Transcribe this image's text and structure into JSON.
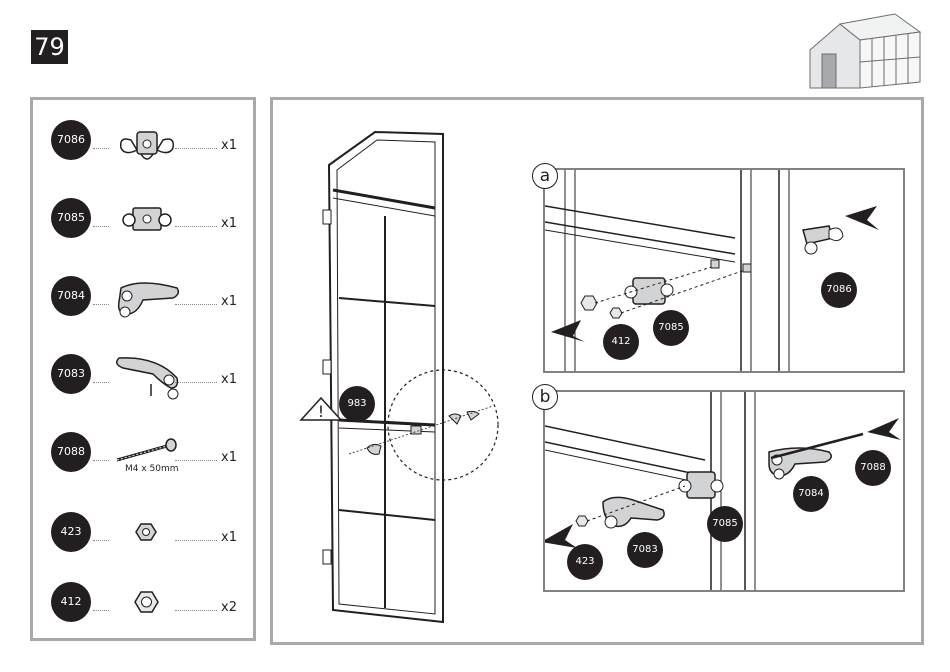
{
  "step": {
    "number": "79"
  },
  "parts": [
    {
      "id": "7086",
      "qty": "x1",
      "icon": "wing-clip-icon"
    },
    {
      "id": "7085",
      "qty": "x1",
      "icon": "bracket-icon"
    },
    {
      "id": "7084",
      "qty": "x1",
      "icon": "handle-left-icon"
    },
    {
      "id": "7083",
      "qty": "x1",
      "icon": "handle-right-icon"
    },
    {
      "id": "7088",
      "qty": "x1",
      "icon": "bolt-icon",
      "label": "M4 x 50mm"
    },
    {
      "id": "423",
      "qty": "x1",
      "icon": "lock-nut-icon"
    },
    {
      "id": "412",
      "qty": "x2",
      "icon": "hex-nut-icon"
    }
  ],
  "door": {
    "part": "983",
    "warning": "!"
  },
  "detail_a": {
    "letter": "a",
    "callouts": [
      "412",
      "7085",
      "7086"
    ]
  },
  "detail_b": {
    "letter": "b",
    "callouts": [
      "423",
      "7083",
      "7085",
      "7084",
      "7088"
    ]
  },
  "colors": {
    "badge": "#231f20",
    "frame": "#a7a9ac",
    "line": "#231f20"
  }
}
